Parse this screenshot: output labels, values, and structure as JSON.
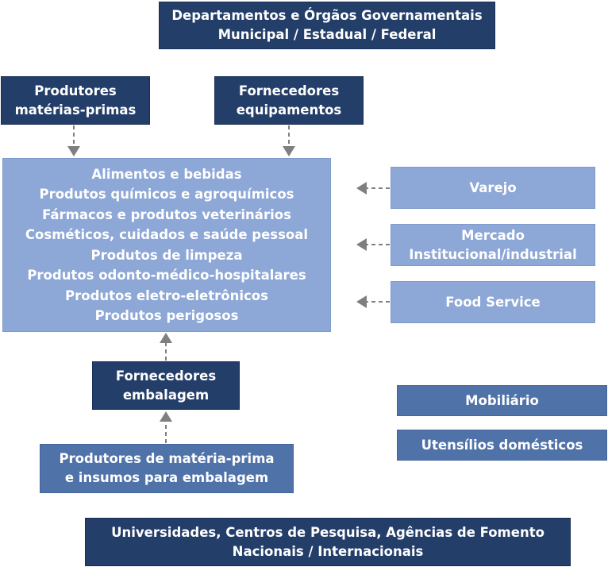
{
  "boxes": {
    "government": {
      "line1": "Departamentos e Órgãos Governamentais",
      "line2": "Municipal / Estadual / Federal"
    },
    "raw_material_producers": {
      "line1": "Produtores",
      "line2": "matérias-primas"
    },
    "equipment_suppliers": {
      "line1": "Fornecedores",
      "line2": "equipamentos"
    },
    "products": [
      "Alimentos e bebidas",
      "Produtos químicos e agroquímicos",
      "Fármacos e produtos veterinários",
      "Cosméticos, cuidados e saúde pessoal",
      "Produtos de limpeza",
      "Produtos odonto-médico-hospitalares",
      "Produtos eletro-eletrônicos",
      "Produtos perigosos"
    ],
    "retail": "Varejo",
    "institutional_market": {
      "line1": "Mercado",
      "line2": "Institucional/industrial"
    },
    "food_service": "Food Service",
    "packaging_suppliers": {
      "line1": "Fornecedores",
      "line2": "embalagem"
    },
    "furniture": "Mobiliário",
    "household_utensils": "Utensílios domésticos",
    "packaging_material_producers": {
      "line1": "Produtores de matéria-prima",
      "line2": "e insumos para embalagem"
    },
    "universities": {
      "line1": "Universidades, Centros de Pesquisa, Agências de Fomento",
      "line2": "Nacionais / Internacionais"
    }
  },
  "colors": {
    "dark_box": "#243e6a",
    "mid_box": "#4f72a9",
    "light_box": "#8da7d6",
    "arrow": "#7f7f7f",
    "text": "#ffffff"
  }
}
